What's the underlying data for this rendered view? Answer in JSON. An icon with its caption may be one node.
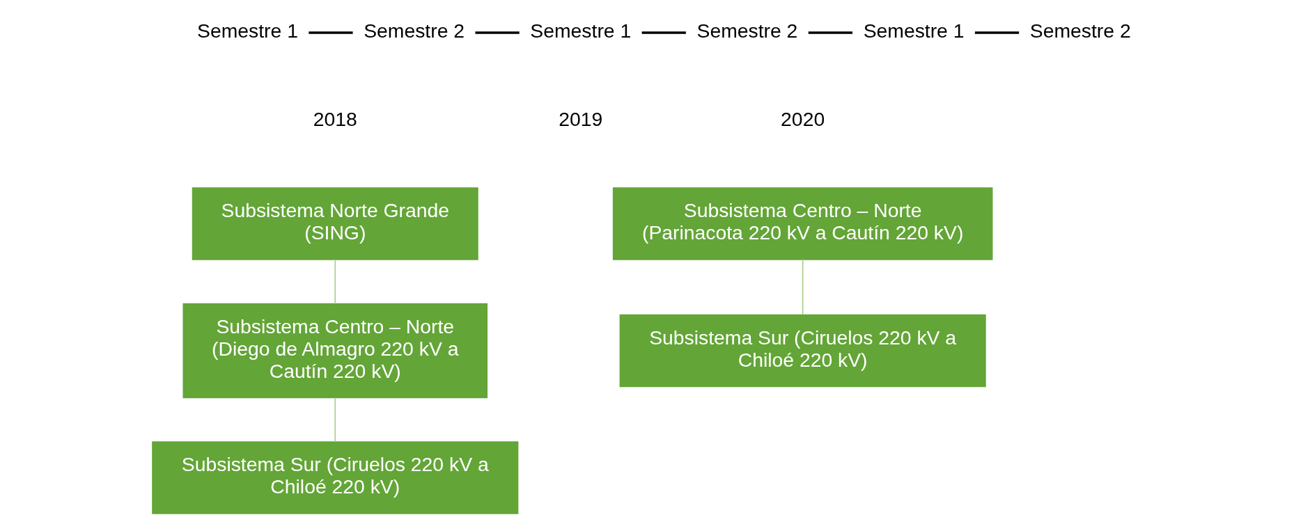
{
  "diagram": {
    "nodes": [
      {
        "text": [
          "Subsistema Norte Grande (SING)"
        ]
      },
      {
        "text": [
          "Subsistema Centro – Norte (Diego de Almagro 220 kV a Cautín 220 kV)"
        ]
      },
      {
        "text": [
          "Subsistema Sur (Ciruelos 220 kV a Chiloé 220 kV)"
        ]
      },
      {
        "text": [
          "Subsistema Centro – Norte (Parinacota 220 kV a Cautín 220 kV)"
        ]
      },
      {
        "text": [
          "Subsistema Sur (Ciruelos 220 kV a Chiloé 220 kV)"
        ]
      }
    ],
    "edges": [
      {
        "from": 0,
        "to": 1,
        "arrow": "none"
      },
      {
        "from": 1,
        "to": 2,
        "arrow": "none"
      },
      {
        "from": 3,
        "to": 4,
        "arrow": "none"
      }
    ],
    "labels": [
      "Semestre 1",
      "Semestre 2",
      "Semestre 1",
      "Semestre 2",
      "Semestre 1",
      "Semestre 2",
      "2018",
      "2019",
      "2020"
    ]
  }
}
